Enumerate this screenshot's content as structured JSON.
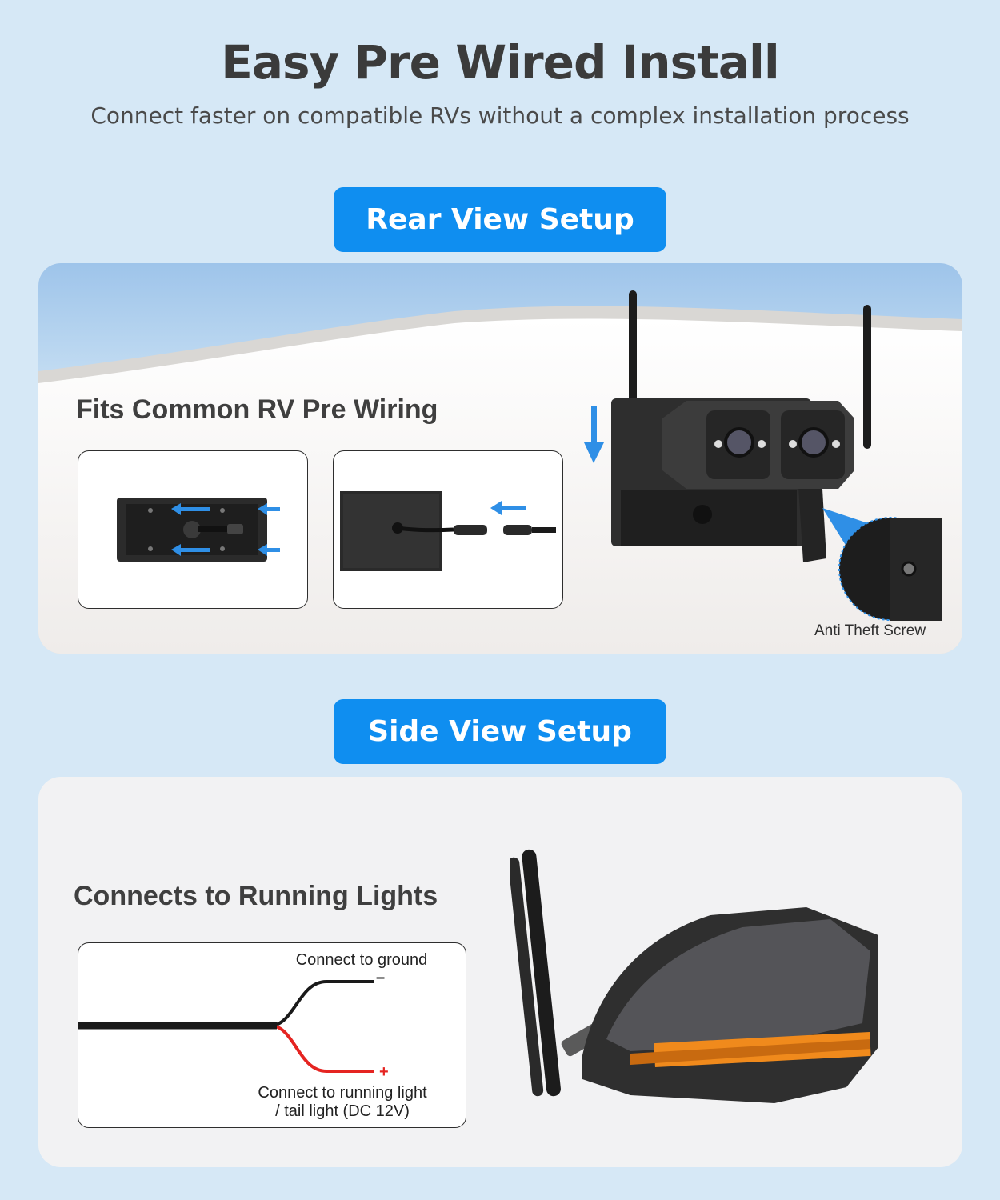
{
  "header": {
    "title": "Easy Pre Wired Install",
    "subtitle": "Connect faster on compatible RVs without a complex installation process"
  },
  "rear_section": {
    "button_label": "Rear View Setup",
    "heading": "Fits Common RV Pre Wiring",
    "screw_caption": "Anti Theft Screw"
  },
  "side_section": {
    "button_label": "Side View Setup",
    "heading": "Connects to Running Lights",
    "ground_label": "Connect to ground",
    "ground_sign": "–",
    "positive_sign": "+",
    "running_light_label": "Connect to running light",
    "tail_light_label": "/ tail light (DC 12V)"
  },
  "colors": {
    "accent": "#0f8ef0",
    "arrow_blue": "#2f8fe6",
    "wire_red": "#e52421",
    "amber": "#f08a1c"
  },
  "icons": [
    "down-arrow-icon",
    "left-arrow-icon"
  ]
}
